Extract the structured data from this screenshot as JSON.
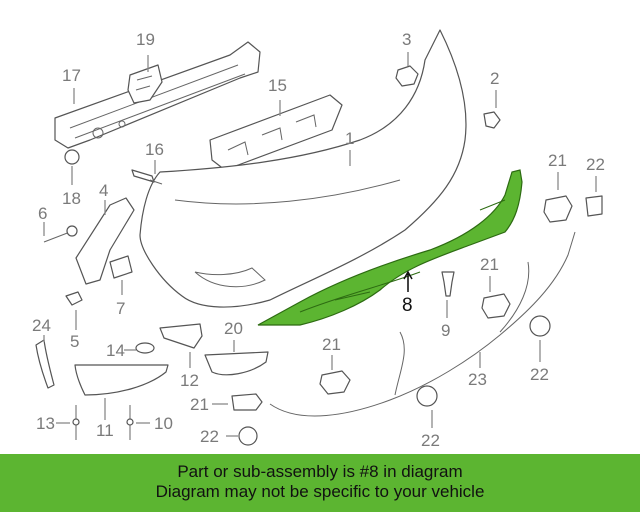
{
  "diagram": {
    "highlight_color": "#5cb531",
    "highlighted_part": "8",
    "callouts": [
      "1",
      "2",
      "3",
      "4",
      "5",
      "6",
      "7",
      "8",
      "9",
      "10",
      "11",
      "12",
      "13",
      "14",
      "15",
      "16",
      "17",
      "18",
      "19",
      "20",
      "21",
      "22",
      "23",
      "24"
    ]
  },
  "banner": {
    "line1": "Part or sub-assembly is #8 in diagram",
    "line2": "Diagram may not be specific to your vehicle",
    "background": "#5cb531"
  }
}
